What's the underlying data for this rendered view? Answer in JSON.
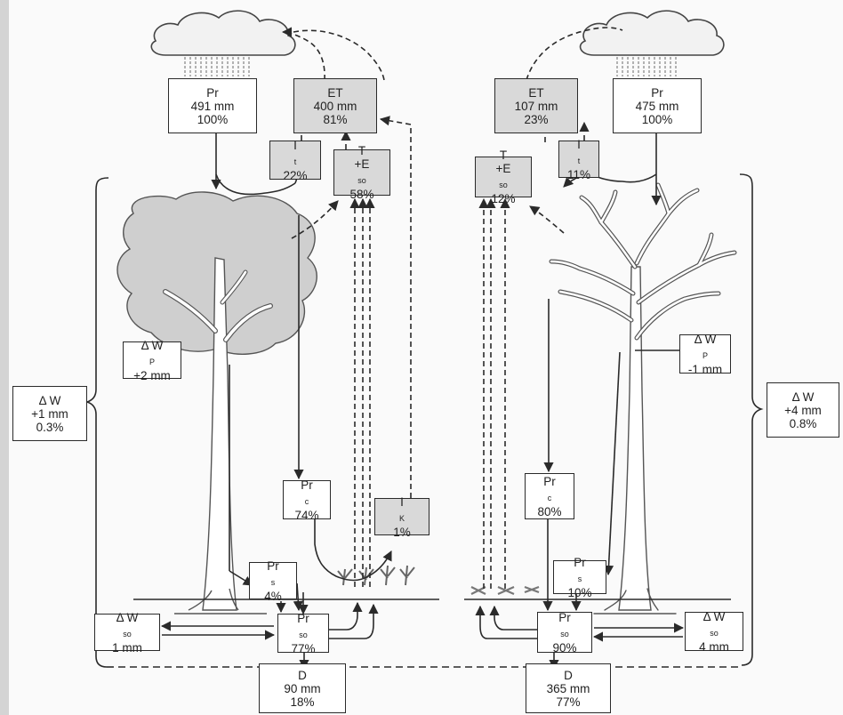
{
  "colors": {
    "flux_box_fill": "#d9d9d9",
    "canopy_fill": "#cfcfcf",
    "line": "#2a2a2a",
    "tree_outline": "#555555"
  },
  "icons": [
    "cloud-rain-icon",
    "evergreen-tree",
    "deciduous-tree",
    "grass-tuft",
    "dead-grass"
  ],
  "left": {
    "pr": {
      "label": "Pr",
      "amount": "491 mm",
      "pct": "100%"
    },
    "et": {
      "label": "ET",
      "amount": "400 mm",
      "pct": "81%"
    },
    "it": {
      "label": "I",
      "sub": "t",
      "pct": "22%"
    },
    "te": {
      "label_a": "T",
      "label_b": "+E",
      "sub": "so",
      "pct": "58%"
    },
    "dwp": {
      "label": "Δ W",
      "sub": "P",
      "amount": "+2 mm"
    },
    "dw": {
      "label": "Δ W",
      "amount": "+1 mm",
      "pct": "0.3%"
    },
    "prc": {
      "label": "Pr",
      "sub": "c",
      "pct": "74%"
    },
    "ik": {
      "label": "I",
      "sub": "K",
      "pct": "1%"
    },
    "prs": {
      "label": "Pr",
      "sub": "s",
      "pct": "4%"
    },
    "dwso": {
      "label": "Δ W",
      "sub": "so",
      "amount": "1 mm"
    },
    "prso": {
      "label": "Pr",
      "sub": "so",
      "pct": "77%"
    },
    "d": {
      "label": "D",
      "amount": "90 mm",
      "pct": "18%"
    }
  },
  "right": {
    "pr": {
      "label": "Pr",
      "amount": "475 mm",
      "pct": "100%"
    },
    "et": {
      "label": "ET",
      "amount": "107 mm",
      "pct": "23%"
    },
    "it": {
      "label": "I",
      "sub": "t",
      "pct": "11%"
    },
    "te": {
      "label_a": "T",
      "label_b": "+E",
      "sub": "so",
      "pct": "12%"
    },
    "dwp": {
      "label": "Δ W",
      "sub": "P",
      "amount": "-1 mm"
    },
    "dw": {
      "label": "Δ W",
      "amount": "+4 mm",
      "pct": "0.8%"
    },
    "prc": {
      "label": "Pr",
      "sub": "c",
      "pct": "80%"
    },
    "prs": {
      "label": "Pr",
      "sub": "s",
      "pct": "10%"
    },
    "dwso": {
      "label": "Δ W",
      "sub": "so",
      "amount": "4 mm"
    },
    "prso": {
      "label": "Pr",
      "sub": "so",
      "pct": "90%"
    },
    "d": {
      "label": "D",
      "amount": "365 mm",
      "pct": "77%"
    }
  }
}
